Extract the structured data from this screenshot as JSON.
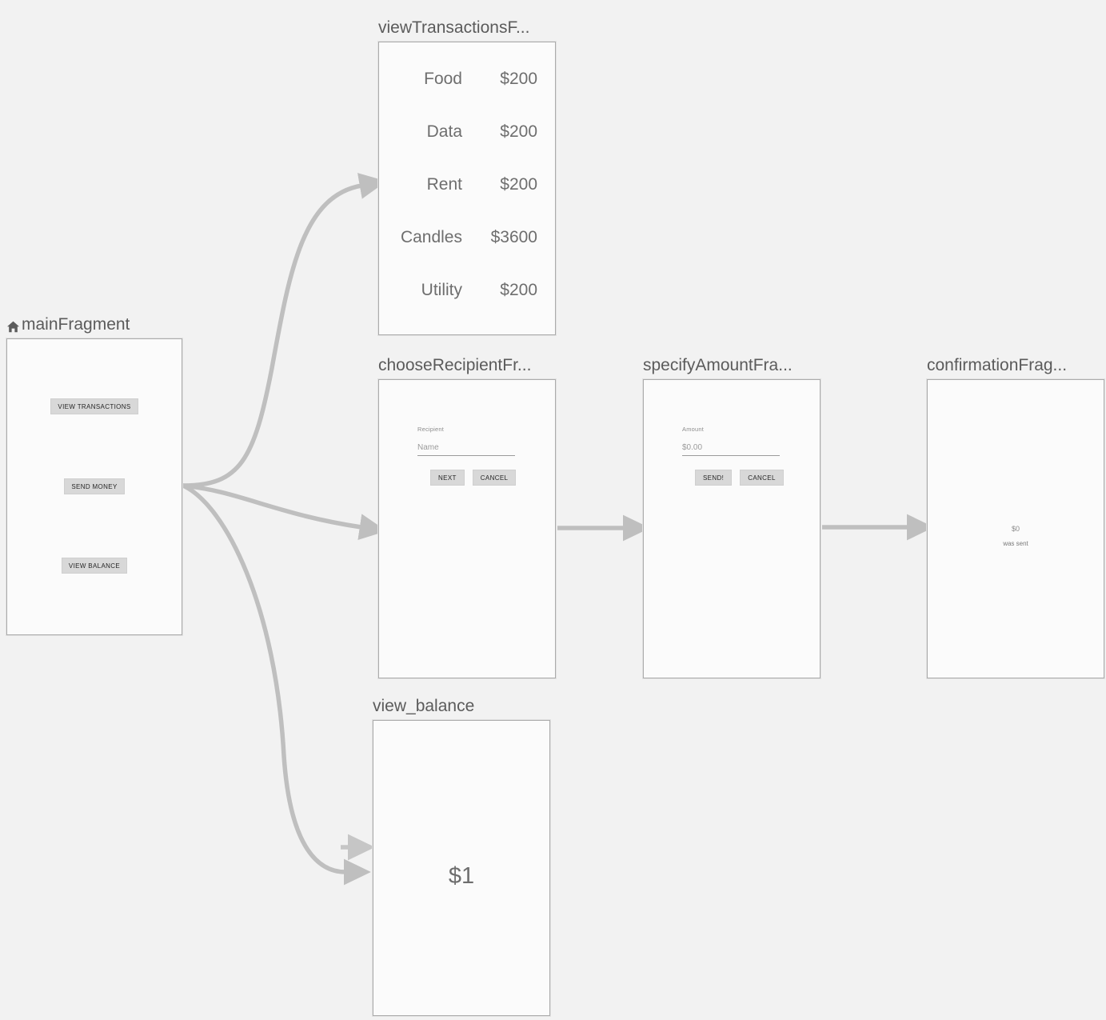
{
  "canvas": {
    "background": "#f2f2f2",
    "frame_border_color": "#ababab",
    "frame_fill_color": "#fbfbfb",
    "connector_color": "#bfbfbf",
    "title_color": "#5b5b5b"
  },
  "nodes": {
    "main_fragment": {
      "title": "mainFragment",
      "is_start_destination": true,
      "start_icon": "home-icon",
      "buttons": [
        {
          "label": "VIEW TRANSACTIONS"
        },
        {
          "label": "SEND MONEY"
        },
        {
          "label": "VIEW BALANCE"
        }
      ]
    },
    "view_transactions": {
      "title": "viewTransactionsF...",
      "transactions": [
        {
          "label": "Food",
          "amount": "$200"
        },
        {
          "label": "Data",
          "amount": "$200"
        },
        {
          "label": "Rent",
          "amount": "$200"
        },
        {
          "label": "Candles",
          "amount": "$3600"
        },
        {
          "label": "Utility",
          "amount": "$200"
        }
      ]
    },
    "choose_recipient": {
      "title": "chooseRecipientFr...",
      "field_label": "Recipient",
      "field_placeholder": "Name",
      "primary_button": "NEXT",
      "secondary_button": "CANCEL"
    },
    "specify_amount": {
      "title": "specifyAmountFra...",
      "field_label": "Amount",
      "field_placeholder": "$0.00",
      "primary_button": "SEND!",
      "secondary_button": "CANCEL"
    },
    "confirmation": {
      "title": "confirmationFrag...",
      "amount": "$0",
      "message": "was sent"
    },
    "view_balance": {
      "title": "view_balance",
      "balance": "$1"
    }
  }
}
